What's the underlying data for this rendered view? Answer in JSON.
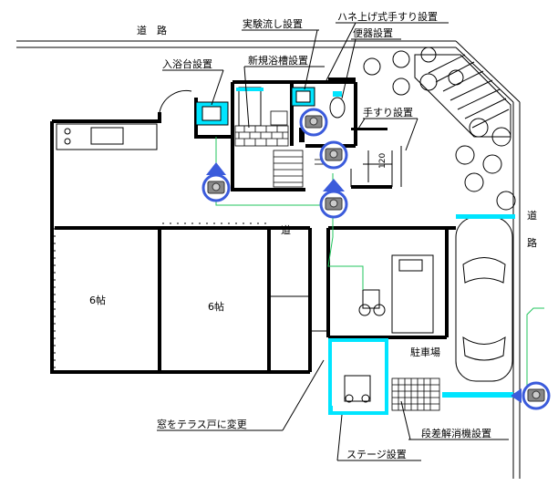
{
  "labels": {
    "road_top": "道　路",
    "road_right_1": "道",
    "road_right_2": "路",
    "road_mid": "道",
    "room_left": "6帖",
    "room_mid": "6帖",
    "parking": "駐車場",
    "pillar_dim": "120"
  },
  "callouts": {
    "lab_sink": "実験流し設置",
    "handrail_flip": "ハネ上げ式手すり設置",
    "toilet": "便器設置",
    "bath_platform": "入浴台設置",
    "new_bathtub": "新規浴槽設置",
    "handrail": "手すり設置",
    "window_to_terrace": "窓をテラス戸に変更",
    "step_lift": "段差解消機設置",
    "stage": "ステージ設置"
  },
  "icons": [
    "camera-icon",
    "wheelchair-icon",
    "bed-icon",
    "car-icon",
    "tree-icon",
    "toilet-icon",
    "bathtub-icon",
    "sink-icon",
    "stairs-icon"
  ],
  "colors": {
    "cyan": "#00e5ff",
    "route": "#22c55e",
    "camera_ring": "#3b5bdb"
  }
}
